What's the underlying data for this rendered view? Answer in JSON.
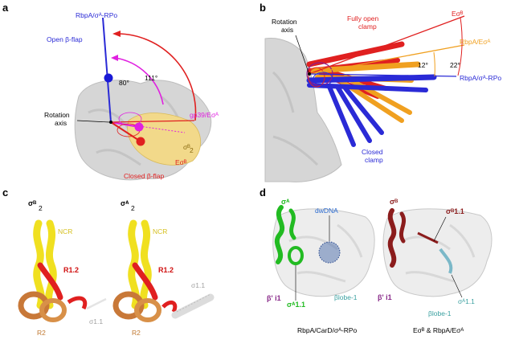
{
  "panels": {
    "a": {
      "letter": "a",
      "rbpa_rpo": "RbpA/σᴬ-RPo",
      "open_flap": "Open β-flap",
      "angle_111": "111°",
      "angle_80": "80°",
      "gp39": "gp39/Eσᴬ",
      "rotation_axis_1": "Rotation",
      "rotation_axis_2": "axis",
      "sigma_b2": "σᴮ",
      "sigma_b2_sub": "2",
      "esigb": "Eσᴮ",
      "closed_flap": "Closed β-flap"
    },
    "b": {
      "letter": "b",
      "rotation_axis_1": "Rotation",
      "rotation_axis_2": "axis",
      "fully_open_1": "Fully open",
      "fully_open_2": "clamp",
      "esigb": "Eσᴮ",
      "rbpa_esiga": "RbpA/Eσᴬ",
      "angle_12": "12°",
      "angle_22": "22°",
      "rbpa_rpo": "RbpA/σᴬ-RPo",
      "closed_1": "Closed",
      "closed_2": "clamp"
    },
    "c": {
      "letter": "c",
      "left_title": "σᴮ",
      "left_sub": "2",
      "right_title": "σᴬ",
      "right_sub": "2",
      "ncr_left": "NCR",
      "ncr_right": "NCR",
      "r12_left": "R1.2",
      "r12_right": "R1.2",
      "r2_left": "R2",
      "r2_right": "R2",
      "s11_left": "σ1.1",
      "s11_right": "σ1.1"
    },
    "d": {
      "letter": "d",
      "sigA": "σᴬ",
      "dwdna": "dwDNA",
      "bi1_left": "β' i1",
      "sigA11": "σᴬ1.1",
      "blobe_left": "βlobe-1",
      "caption_left": "RbpA/CarD/σᴬ-RPo",
      "sigB": "σᴮ",
      "sigB11": "σᴮ1.1",
      "bi1_right": "β' i1",
      "sigA11_right": "σᴬ1.1",
      "blobe_right": "βlobe-1",
      "caption_right": "Eσᴮ & RbpA/Eσᴬ"
    }
  },
  "colors": {
    "blue": "#2a2ad6",
    "red": "#e02020",
    "magenta": "#e020e0",
    "orange": "#f0a020",
    "yellow": "#f0e020",
    "darkred": "#8b1c1c",
    "green": "#22bb22",
    "teal": "#3aa0a0",
    "purple": "#8a2b8a",
    "grey_surface": "#d9d9d9"
  }
}
